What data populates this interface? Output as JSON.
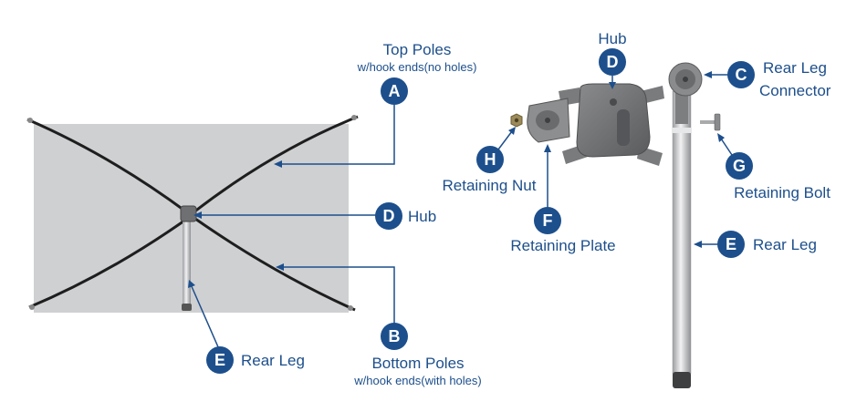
{
  "callouts": {
    "top_poles": {
      "letter": "A",
      "label": "Top Poles",
      "sub": "w/hook ends(no holes)"
    },
    "bottom_poles": {
      "letter": "B",
      "label": "Bottom Poles",
      "sub": "w/hook ends(with holes)"
    },
    "hub_left": {
      "letter": "D",
      "label": "Hub"
    },
    "rear_leg_left": {
      "letter": "E",
      "label": "Rear Leg"
    },
    "hub_right": {
      "letter": "D",
      "label": "Hub"
    },
    "retaining_nut": {
      "letter": "H",
      "label": "Retaining Nut"
    },
    "retaining_plate": {
      "letter": "F",
      "label": "Retaining Plate"
    },
    "rear_leg_connector": {
      "letter": "C",
      "label1": "Rear Leg",
      "label2": "Connector"
    },
    "retaining_bolt": {
      "letter": "G",
      "label": "Retaining Bolt"
    },
    "rear_leg_right": {
      "letter": "E",
      "label": "Rear Leg"
    }
  },
  "colors": {
    "accent": "#1d4f8c",
    "banner": "#cfd0d2",
    "pole": "#1e1e1e",
    "metal": "#c7c8ca",
    "hub": "#6f7072"
  }
}
